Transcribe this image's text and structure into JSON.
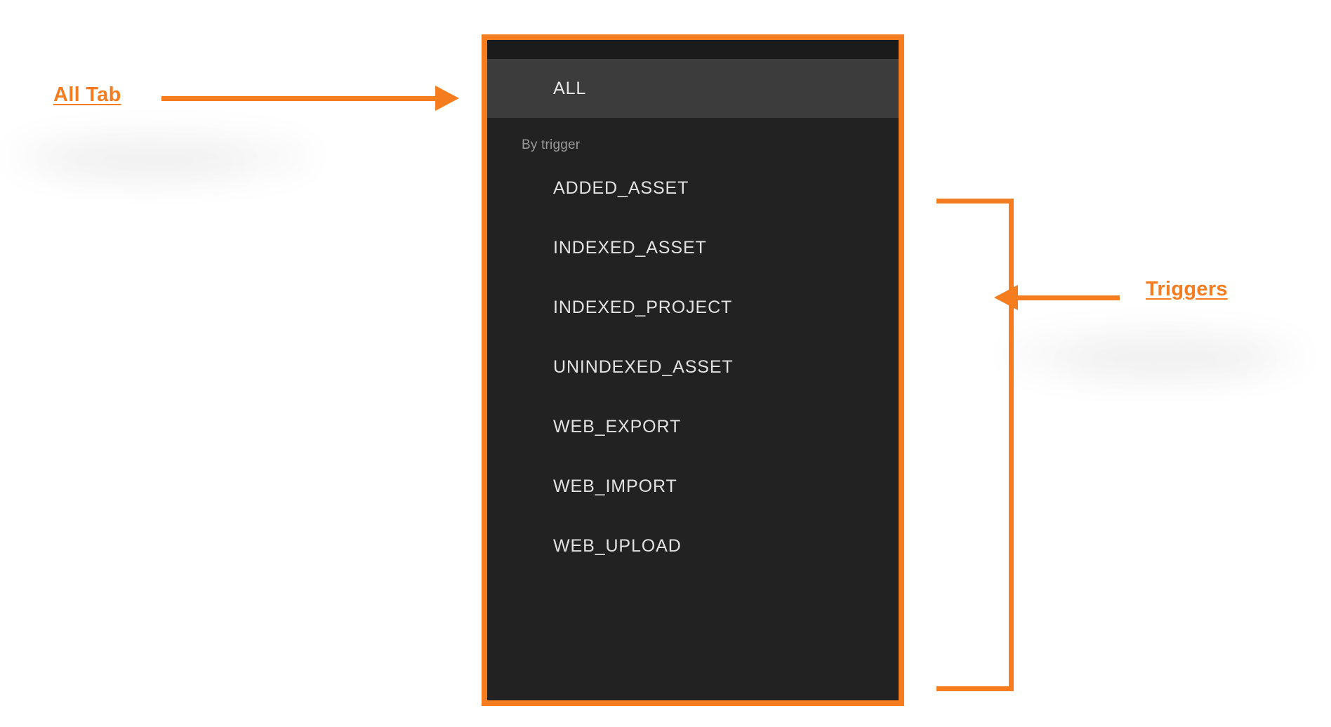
{
  "theme": {
    "accent": "#f57c1f",
    "panel_bg": "#222222",
    "panel_top_strip": "#1b1b1b",
    "tab_active_bg": "#3c3c3c",
    "text_primary": "#e2e2e2",
    "text_muted": "#9a9a9a",
    "page_bg": "#ffffff"
  },
  "annotations": [
    {
      "id": "all-tab",
      "label": "All Tab",
      "arrow": "right"
    },
    {
      "id": "triggers",
      "label": "Triggers",
      "arrow": "left"
    }
  ],
  "panel": {
    "tab": {
      "label": "ALL",
      "selected": true
    },
    "group": {
      "header": "By trigger",
      "items": [
        {
          "label": "ADDED_ASSET"
        },
        {
          "label": "INDEXED_ASSET"
        },
        {
          "label": "INDEXED_PROJECT"
        },
        {
          "label": "UNINDEXED_ASSET"
        },
        {
          "label": "WEB_EXPORT"
        },
        {
          "label": "WEB_IMPORT"
        },
        {
          "label": "WEB_UPLOAD"
        }
      ]
    }
  }
}
